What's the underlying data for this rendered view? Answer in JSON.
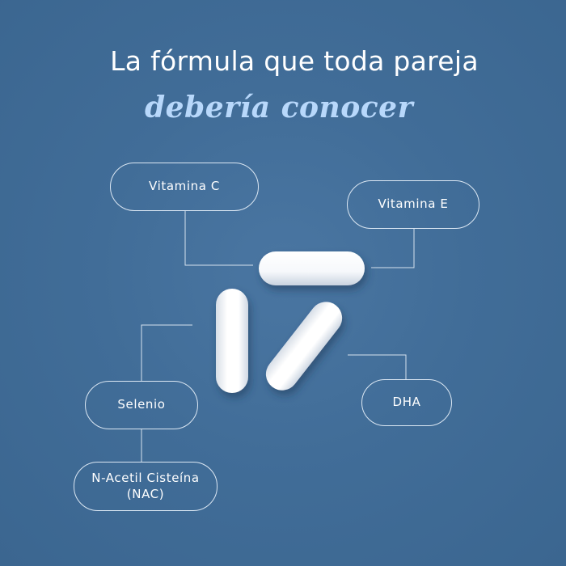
{
  "title": {
    "line1": "La fórmula que toda pareja",
    "line2": "debería conocer"
  },
  "ingredients": [
    {
      "label": "Vitamina C"
    },
    {
      "label": "Vitamina E"
    },
    {
      "label": "Selenio"
    },
    {
      "label": "DHA"
    },
    {
      "label": "N-Acetil Cisteína\n(NAC)"
    }
  ],
  "colors": {
    "background": "#416d98",
    "title": "#ffffff",
    "subtitle": "#b8d8fb",
    "outline": "#dbe7f3",
    "capsule": "#ffffff"
  }
}
